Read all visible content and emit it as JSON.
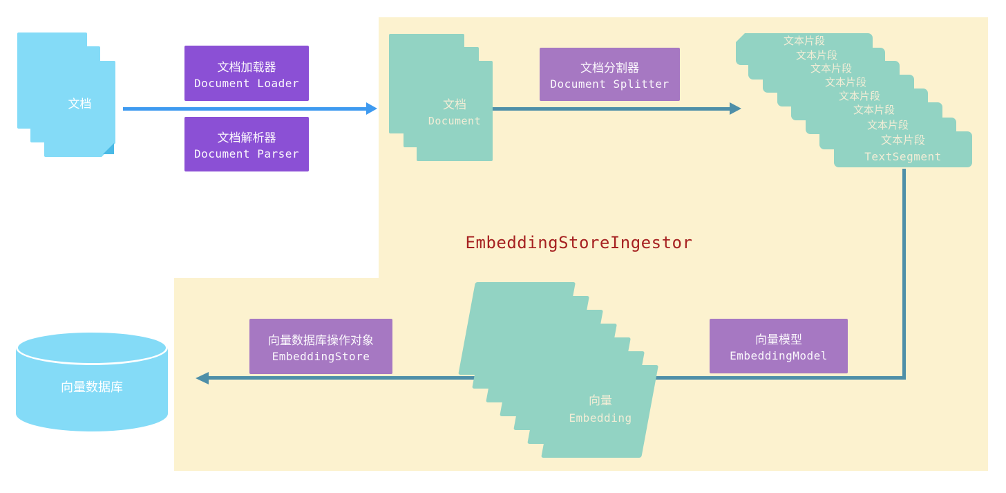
{
  "title": "EmbeddingStoreIngestor",
  "colors": {
    "background": "#FFFFFF",
    "panel": "#FCF2CF",
    "document_blue": "#84DBF7",
    "teal": "#92D3C3",
    "purple_vivid": "#8B50D5",
    "purple_muted": "#A678C2",
    "arrow_blue": "#3E9AF0",
    "arrow_teal": "#4E8FA8",
    "title_red": "#A62121"
  },
  "nodes": {
    "source_documents": {
      "label": "文档"
    },
    "document_loader": {
      "zh": "文档加载器",
      "en": "Document Loader"
    },
    "document_parser": {
      "zh": "文档解析器",
      "en": "Document Parser"
    },
    "document": {
      "zh": "文档",
      "en": "Document"
    },
    "document_splitter": {
      "zh": "文档分割器",
      "en": "Document Splitter"
    },
    "text_segment": {
      "zh": "文本片段",
      "en": "TextSegment",
      "count": 8
    },
    "embedding_model": {
      "zh": "向量模型",
      "en": "EmbeddingModel"
    },
    "embedding": {
      "zh": "向量",
      "en": "Embedding",
      "count": 7
    },
    "embedding_store": {
      "zh": "向量数据库操作对象",
      "en": "EmbeddingStore"
    },
    "vector_database": {
      "label": "向量数据库"
    }
  }
}
